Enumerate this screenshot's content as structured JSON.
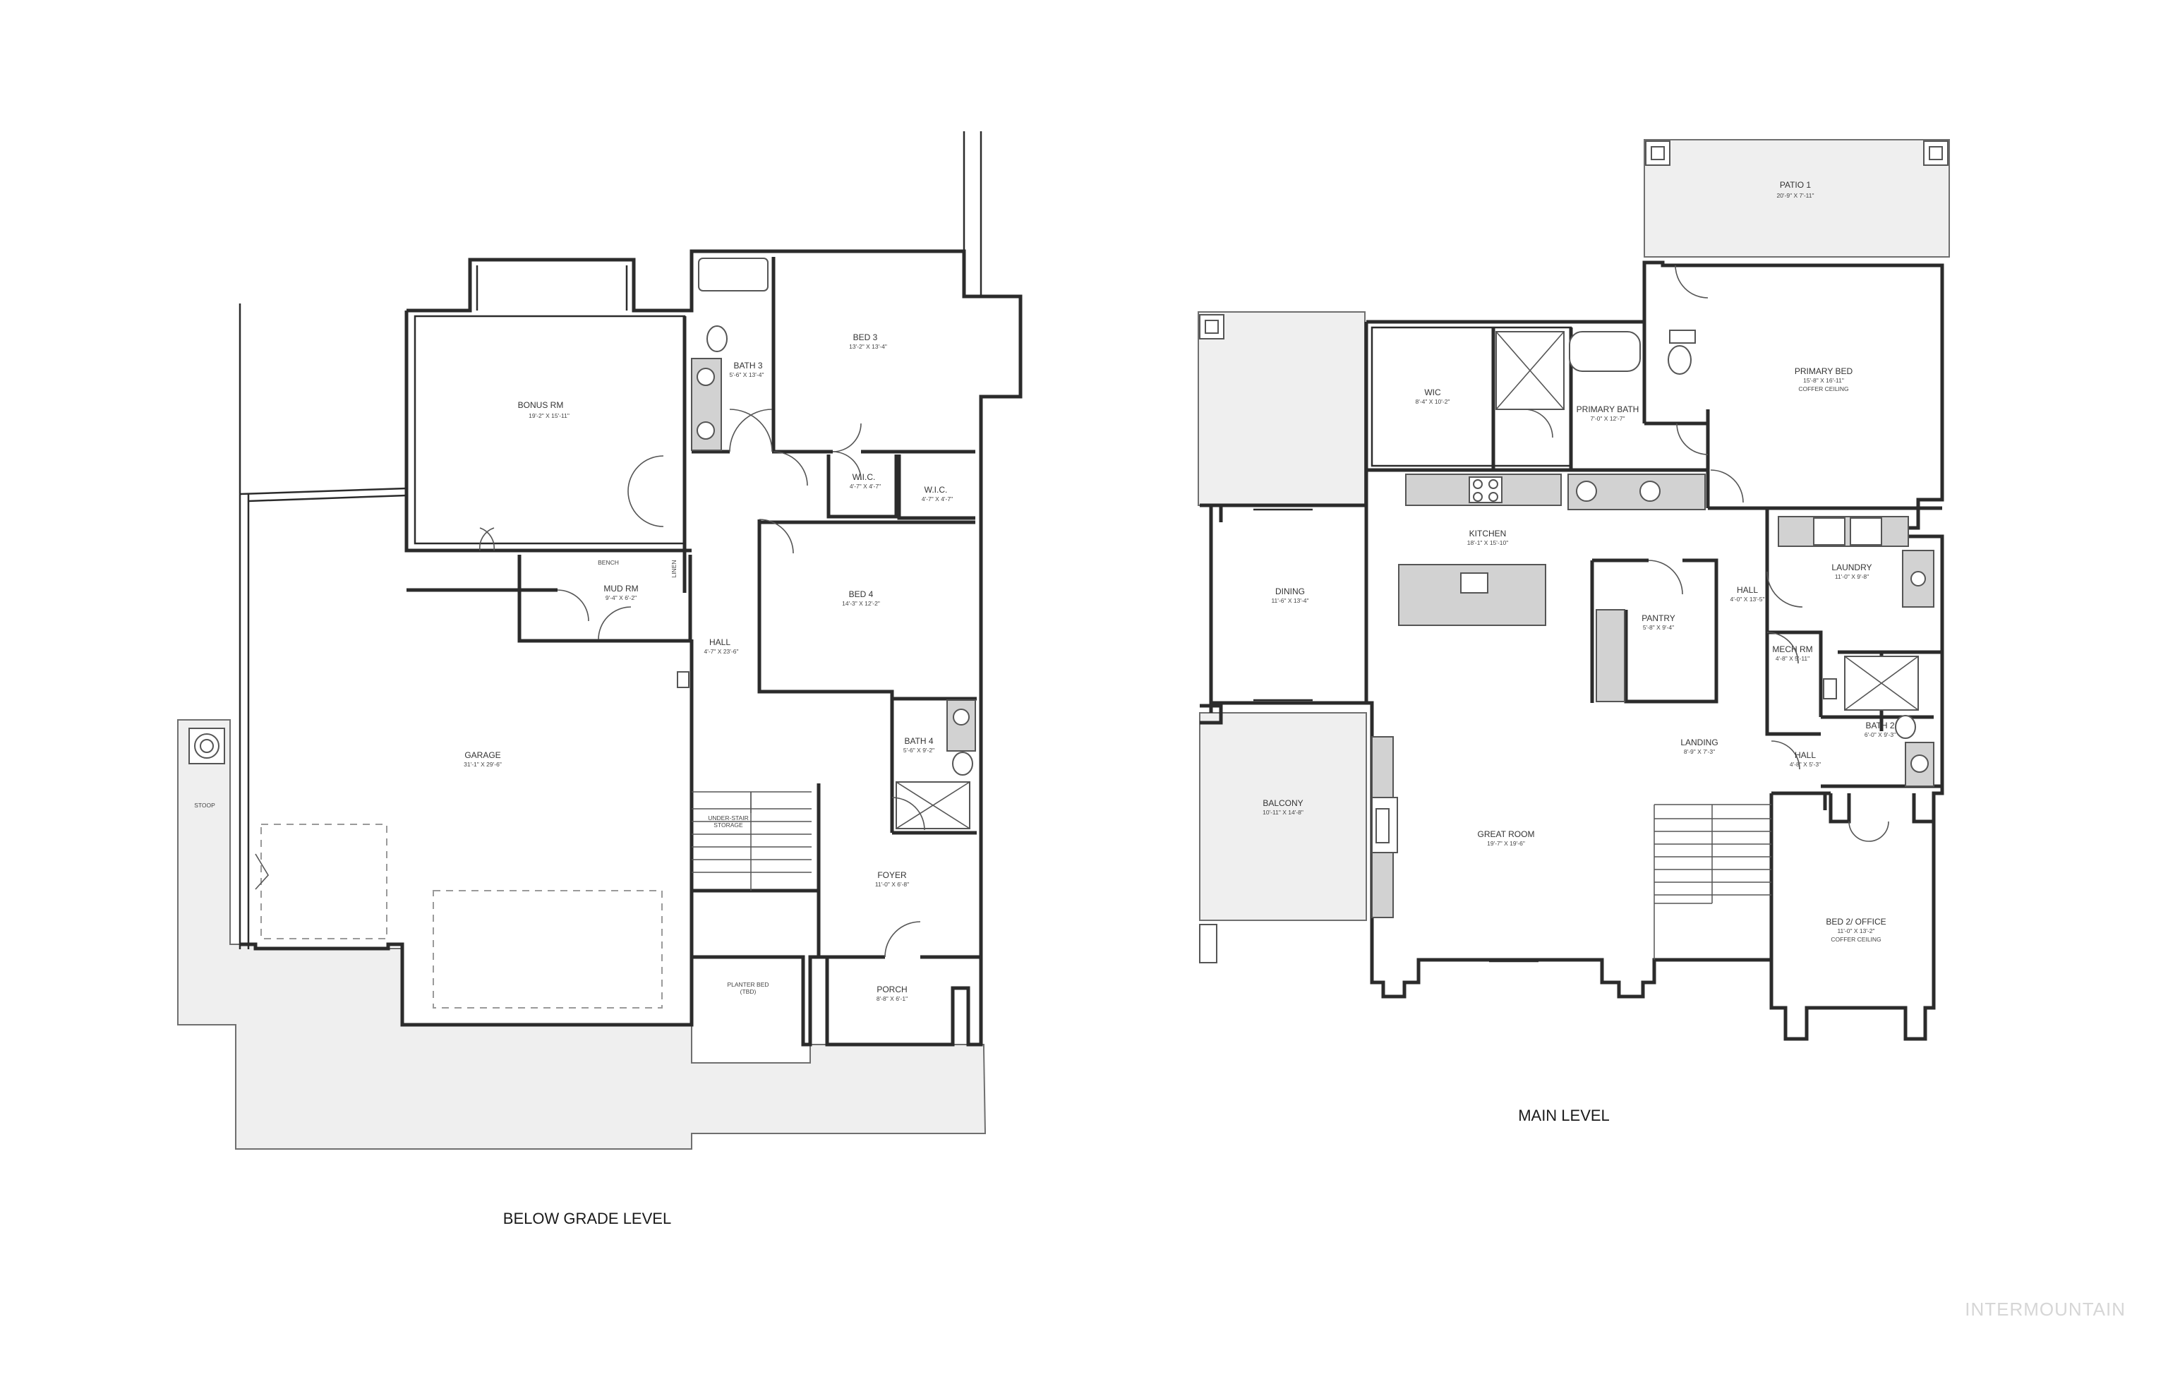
{
  "levels": {
    "below": {
      "title": "BELOW GRADE LEVEL",
      "rooms": {
        "bonus_rm": {
          "name": "BONUS RM",
          "dims": "19'-2\" X 15'-11\""
        },
        "bath3": {
          "name": "BATH 3",
          "dims": "5'-6\" X 13'-4\""
        },
        "bed3": {
          "name": "BED 3",
          "dims": "13'-2\" X 13'-4\""
        },
        "wic_a": {
          "name": "W.I.C.",
          "dims": "4'-7\" X 4'-7\""
        },
        "wic_b": {
          "name": "W.I.C.",
          "dims": "4'-7\" X 4'-7\""
        },
        "bench": {
          "name": "BENCH"
        },
        "linen": {
          "name": "LINEN"
        },
        "mud_rm": {
          "name": "MUD RM",
          "dims": "9'-4\" X 6'-2\""
        },
        "bed4": {
          "name": "BED 4",
          "dims": "14'-3\" X 12'-2\""
        },
        "hall": {
          "name": "HALL",
          "dims": "4'-7\" X 23'-6\""
        },
        "garage": {
          "name": "GARAGE",
          "dims": "31'-1\" X 29'-6\""
        },
        "bath4": {
          "name": "BATH 4",
          "dims": "5'-6\" X 9'-2\""
        },
        "understair": {
          "name": "UNDER-STAIR",
          "dims": "STORAGE"
        },
        "stoop": {
          "name": "STOOP"
        },
        "foyer": {
          "name": "FOYER",
          "dims": "11'-0\" X 6'-8\""
        },
        "planter": {
          "name": "PLANTER BED",
          "dims": "(TBD)"
        },
        "porch": {
          "name": "PORCH",
          "dims": "8'-8\" X 6'-1\""
        }
      }
    },
    "main": {
      "title": "MAIN LEVEL",
      "rooms": {
        "patio1": {
          "name": "PATIO 1",
          "dims": "20'-9\" X 7'-11\""
        },
        "wic": {
          "name": "WIC",
          "dims": "8'-4\" X 10'-2\""
        },
        "primary_bath": {
          "name": "PRIMARY BATH",
          "dims": "7'-0\" X 12'-7\""
        },
        "primary_bed": {
          "name": "PRIMARY BED",
          "dims": "15'-8\" X 16'-11\"",
          "note": "COFFER CEILING"
        },
        "kitchen": {
          "name": "KITCHEN",
          "dims": "18'-1\" X 15'-10\""
        },
        "dining": {
          "name": "DINING",
          "dims": "11'-6\" X 13'-4\""
        },
        "pantry": {
          "name": "PANTRY",
          "dims": "5'-8\" X 9'-4\""
        },
        "hall_a": {
          "name": "HALL",
          "dims": "4'-0\" X 13'-5\""
        },
        "laundry": {
          "name": "LAUNDRY",
          "dims": "11'-0\" X 9'-8\""
        },
        "mech_rm": {
          "name": "MECH RM",
          "dims": "4'-8\" X 5'-11\""
        },
        "bath2": {
          "name": "BATH 2",
          "dims": "6'-0\" X 9'-3\""
        },
        "landing": {
          "name": "LANDING",
          "dims": "8'-9\" X 7'-3\""
        },
        "hall_b": {
          "name": "HALL",
          "dims": "4'-8\" X 5'-3\""
        },
        "balcony": {
          "name": "BALCONY",
          "dims": "10'-11\" X 14'-8\""
        },
        "great_room": {
          "name": "GREAT ROOM",
          "dims": "19'-7\" X 19'-6\""
        },
        "bed2": {
          "name": "BED 2/ OFFICE",
          "dims": "11'-0\" X 13'-2\"",
          "note": "COFFER CEILING"
        }
      }
    }
  },
  "watermark": "INTERMOUNTAIN"
}
